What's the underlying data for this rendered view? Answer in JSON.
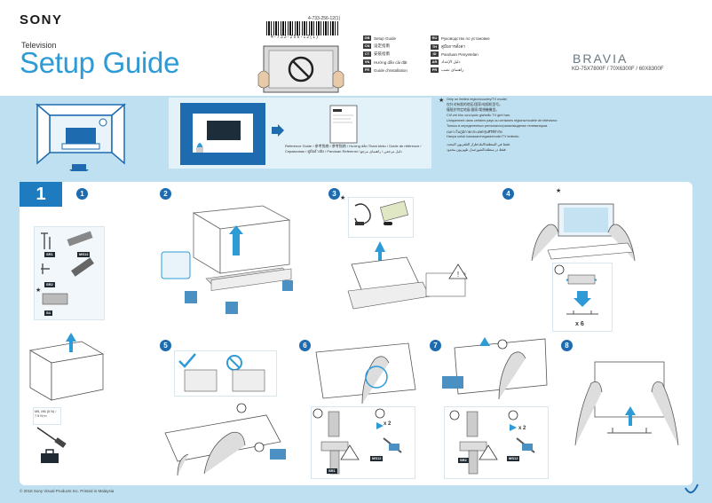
{
  "header": {
    "brand": "SONY",
    "category": "Television",
    "title": "Setup Guide",
    "doc_code": "4-733-256-12(1)",
    "barcode_number": "4-733-256-12(1)",
    "series": "BRAVIA",
    "models": "KD-75X7800F / 70X6300F / 60X8300F"
  },
  "languages": [
    {
      "code": "GB",
      "label": "Setup Guide"
    },
    {
      "code": "CN",
      "label": "设定指南"
    },
    {
      "code": "CT",
      "label": "安裝指南"
    },
    {
      "code": "VN",
      "label": "Hướng dẫn cài đặt"
    },
    {
      "code": "FR",
      "label": "Guide d'installation"
    },
    {
      "code": "RU",
      "label": "Руководство по установке"
    },
    {
      "code": "TH",
      "label": "คู่มือการตั้งค่า"
    },
    {
      "code": "ID",
      "label": "Panduan Penyetelan"
    },
    {
      "code": "AR",
      "label": "دليل الإعداد"
    },
    {
      "code": "PR",
      "label": "راهنمای نصب"
    }
  ],
  "notes": {
    "star": "★",
    "lines": [
      "Only on limited region/country/TV model.",
      "仅针对有限的地区/国家/电视机型号。",
      "僅限於特定地區/國家/電視機機型。",
      "Chỉ với khu vực/quốc gia/mẫu TV giới hạn.",
      "Uniquement dans certains pays ou certaines régions/modèle de téléviseur.",
      "Только в определенных регионах/странах/моделях телевизоров.",
      "เฉพาะในภูมิภาค/ประเทศ/รุ่นทีวีที่จำกัด",
      "Hanya untuk kawasan/negara/model TV tertentu.",
      "فقط في المنطقة/البلد/طراز التلفزيون المحدد.",
      "فقط در منطقه/کشور/مدل تلویزیون محدود."
    ]
  },
  "reference": {
    "text": "Reference Guide / 参考指南 / 參考指南 / Hướng dẫn Tham khảo / Guide de référence / Справочник / คู่มืออ้างอิง / Panduan Referensi / دليل مرجعي / راهنمای مرجع"
  },
  "step": {
    "number": "1",
    "sub_numbers": [
      "1",
      "2",
      "3",
      "4",
      "5",
      "6",
      "7",
      "8"
    ]
  },
  "parts": {
    "chip_labels": [
      "SR1",
      "MS12",
      "SR2",
      "MS12",
      "S4"
    ],
    "screw_label": "M5, M6 (5 N) / 7.5 N·m"
  },
  "labels": {
    "x6": "x 6",
    "x2_a": "x 2",
    "x2_b": "x 2"
  },
  "footer": {
    "copyright": "© 2018 Sony Visual Products Inc.  Printed in Malaysia"
  },
  "colors": {
    "accent": "#2e9bd6",
    "dark_blue": "#1e6bb0",
    "band": "#bfe0f0"
  }
}
